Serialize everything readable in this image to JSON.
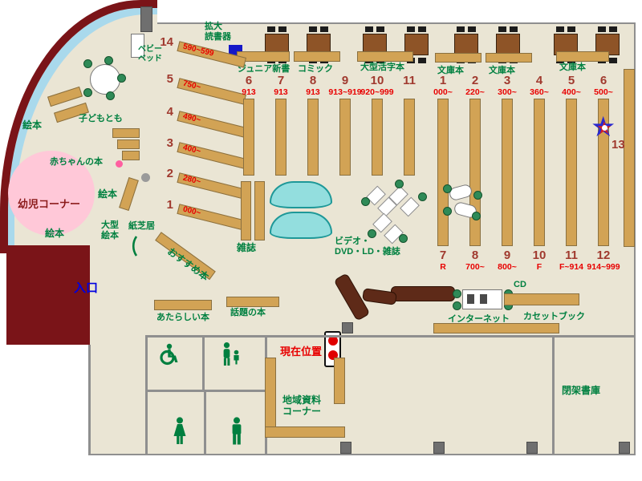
{
  "title": "library-floor-map",
  "colors": {
    "floor": "#EAE5D4",
    "maroon": "#7A1418",
    "curve_blue": "#A9D9EC",
    "shelf": "#D2A355",
    "shelf_border": "#8A7040",
    "table_brown": "#8E5427",
    "counter_brown": "#5E2A18",
    "label_green": "#008040",
    "range_red": "#E80000",
    "number_brown": "#A0392E",
    "entrance_blue": "#0000E0",
    "cyan_display": "#93DEDE",
    "pink_area": "#FFC8D8",
    "wall_gray": "#8F8F8F",
    "device_blue": "#1518C8",
    "star_blue": "#2828D0",
    "star_red": "#D42020",
    "marker_red": "#E00000",
    "chair_green": "#2F8A57",
    "toddler_text": "#8B1A1A"
  },
  "labels": {
    "entrance": "入口",
    "magnifier_1": "拡大",
    "magnifier_2": "読書器",
    "junior_shinsho": "ジュニア新書",
    "comic": "コミック",
    "large_print": "大型活字本",
    "bunko_1": "文庫本",
    "bunko_2": "文庫本",
    "bunko_3": "文庫本",
    "baby_bed_1": "ベビー",
    "baby_bed_2": "ベッド",
    "kodomo_tomo": "子どもとも",
    "baby_books": "赤ちゃんの本",
    "ehon_1": "絵本",
    "ehon_2": "絵本",
    "ehon_3": "絵本",
    "toddler_corner": "幼児コーナー",
    "large_ehon_1": "大型",
    "large_ehon_2": "絵本",
    "kamishibai": "紙芝居",
    "recommended": "おすすめ本",
    "magazines": "雑誌",
    "video_1": "ビデオ・",
    "video_2": "DVD・LD・雑誌",
    "new_books": "あたらしい本",
    "topic_books": "話題の本",
    "current_location": "現在位置",
    "local_corner_1": "地域資料",
    "local_corner_2": "コーナー",
    "internet": "インターネット",
    "cd": "CD",
    "cassette": "カセットブック",
    "closed_stacks": "閉架書庫",
    "shelf_13": "13"
  },
  "diagonal_shelves": [
    {
      "num": "14",
      "range": "590~599"
    },
    {
      "num": "5",
      "range": "750~"
    },
    {
      "num": "4",
      "range": "490~"
    },
    {
      "num": "3",
      "range": "400~"
    },
    {
      "num": "2",
      "range": "280~"
    },
    {
      "num": "1",
      "range": "000~"
    }
  ],
  "stacks_a": {
    "nums": [
      "6",
      "7",
      "8",
      "9",
      "10",
      "11"
    ],
    "ranges": [
      "913",
      "913",
      "913",
      "913~919",
      "920~999",
      ""
    ]
  },
  "stacks_b": {
    "nums": [
      "1",
      "2",
      "3",
      "4",
      "5",
      "6"
    ],
    "ranges": [
      "000~",
      "220~",
      "300~",
      "360~",
      "400~",
      "500~"
    ]
  },
  "stacks_c": {
    "nums": [
      "7",
      "8",
      "9",
      "10",
      "11",
      "12"
    ],
    "ranges": [
      "R",
      "700~",
      "800~",
      "F",
      "F~914",
      "914~999"
    ]
  }
}
